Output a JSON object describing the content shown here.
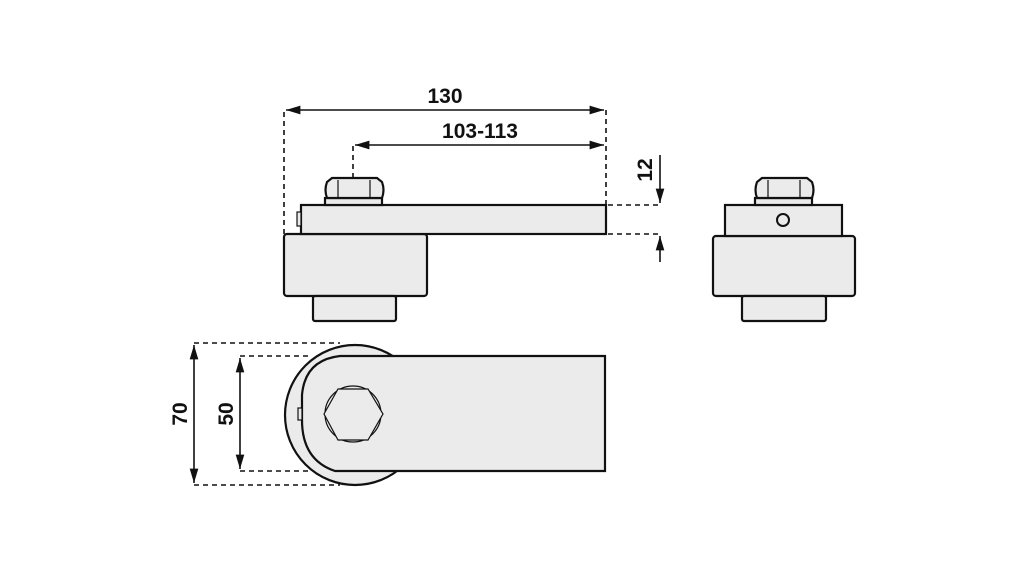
{
  "dimensions": {
    "overall_length": "130",
    "adjust_range": "103-113",
    "plate_thickness": "12",
    "outer_diameter": "70",
    "plate_width": "50"
  }
}
